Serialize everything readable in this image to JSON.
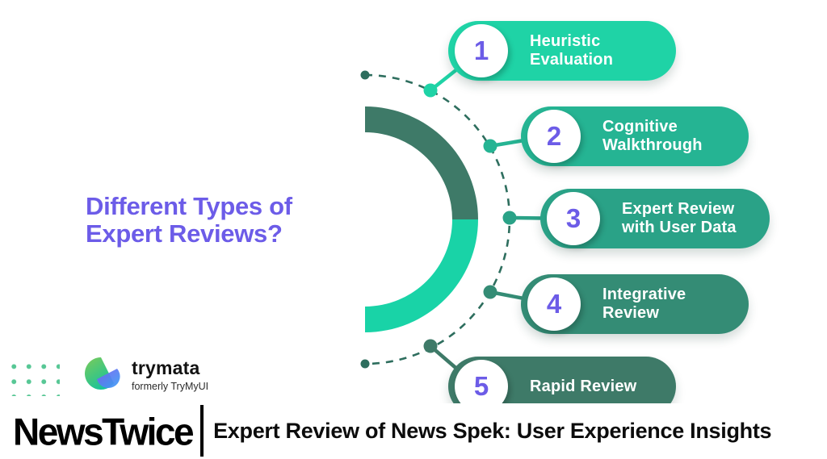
{
  "title": {
    "line1": "Different Types of",
    "line2": "Expert Reviews?",
    "color": "#6c5ce8"
  },
  "items": [
    {
      "number": "1",
      "line1": "Heuristic",
      "line2": "Evaluation",
      "color": "#1fd3a6"
    },
    {
      "number": "2",
      "line1": "Cognitive",
      "line2": "Walkthrough",
      "color": "#25b493"
    },
    {
      "number": "3",
      "line1": "Expert Review",
      "line2": "with User Data",
      "color": "#2aa287"
    },
    {
      "number": "4",
      "line1": "Integrative",
      "line2": "Review",
      "color": "#348c75"
    },
    {
      "number": "5",
      "line1": "Rapid Review",
      "line2": "",
      "color": "#3e7a68"
    }
  ],
  "diagram": {
    "ring_top_color": "#3e7a68",
    "ring_bottom_color": "#19d3a7",
    "dashed_color": "#2e6e5e",
    "number_color": "#6c5ce7"
  },
  "logo": {
    "name": "trymata",
    "tagline": "formerly TryMyUI",
    "dots_color": "#57c795"
  },
  "banner": {
    "brand": "NewsTwice",
    "headline": "Expert Review of News Spek: User Experience Insights"
  }
}
